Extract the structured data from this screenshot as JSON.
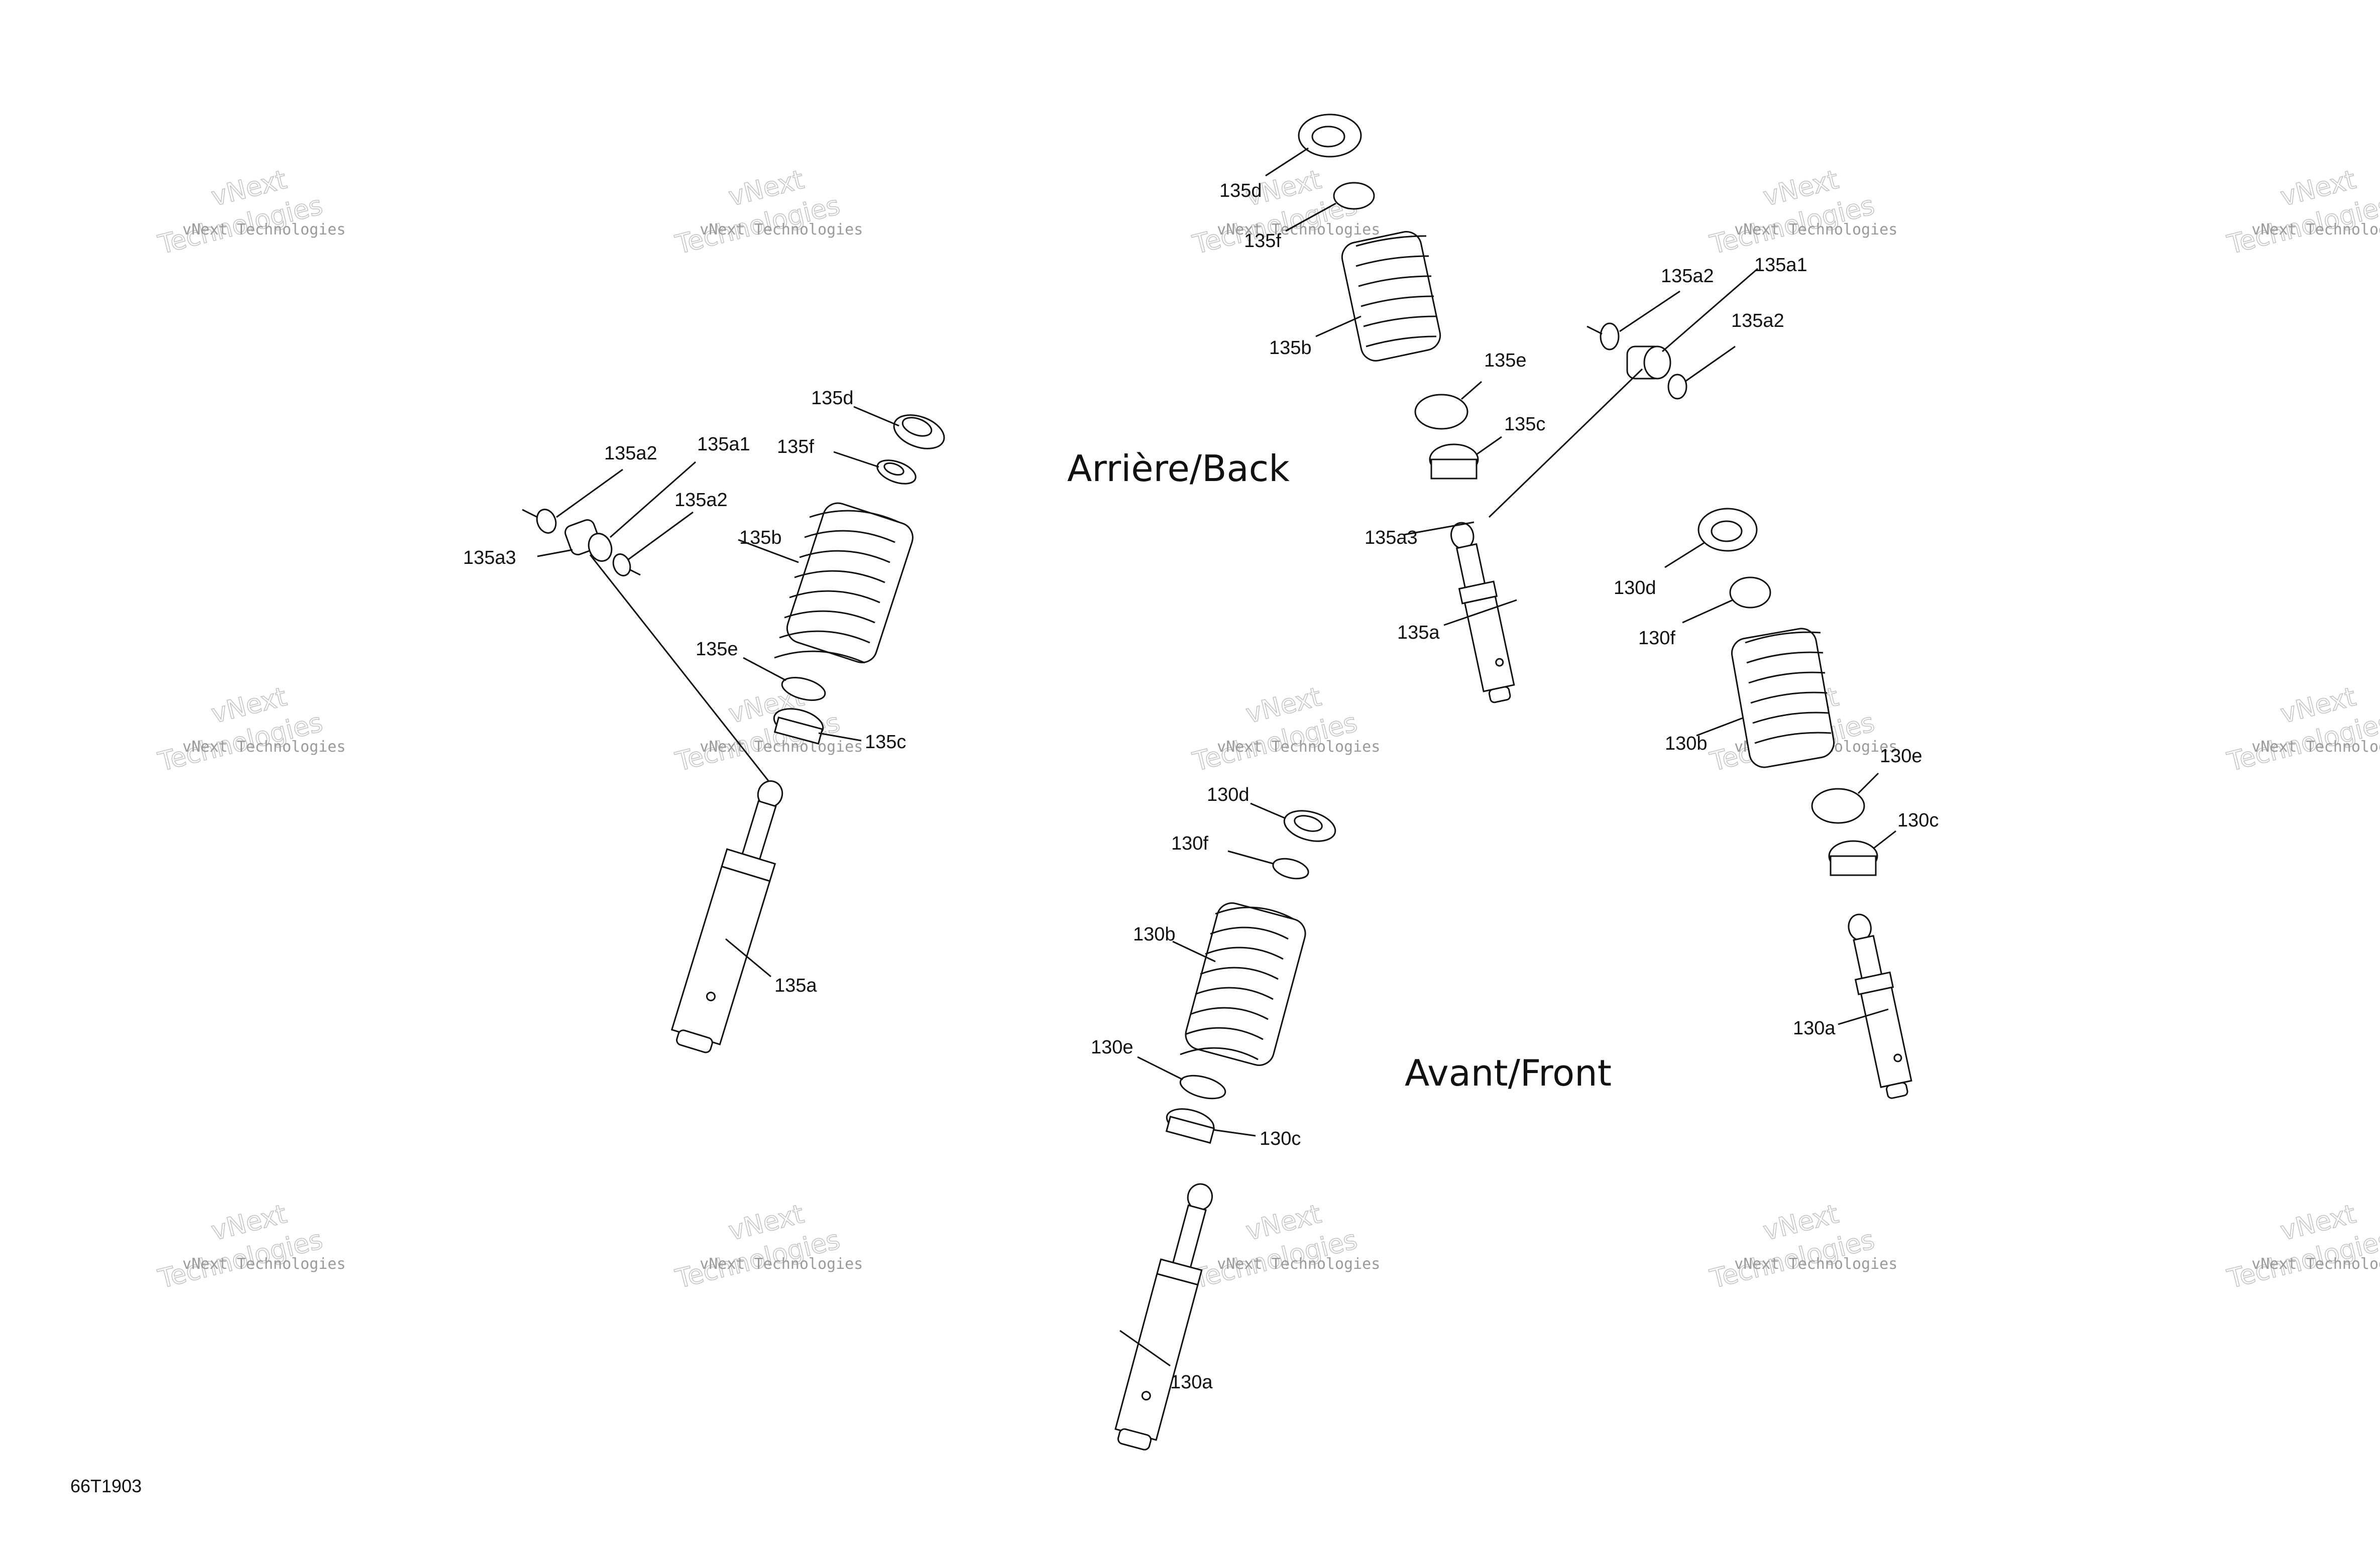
{
  "figure_id": "66T1903",
  "section_titles": {
    "rear": "Arrière/Back",
    "front": "Avant/Front"
  },
  "watermark": {
    "line1": "vNext Technologies",
    "line2": "vNext",
    "line3": "Technologies"
  },
  "callouts": {
    "rear_left": {
      "l135d": "135d",
      "l135f": "135f",
      "l135a2_top": "135a2",
      "l135a1": "135a1",
      "l135a2_bottom": "135a2",
      "l135a3": "135a3",
      "l135b": "135b",
      "l135e": "135e",
      "l135c": "135c",
      "l135a": "135a"
    },
    "rear_right": {
      "l135d": "135d",
      "l135f": "135f",
      "l135b": "135b",
      "l135a2_top": "135a2",
      "l135a1": "135a1",
      "l135a2_bottom": "135a2",
      "l135e": "135e",
      "l135c": "135c",
      "l135a3": "135a3",
      "l135a": "135a"
    },
    "front_left": {
      "l130d": "130d",
      "l130f": "130f",
      "l130b": "130b",
      "l130e": "130e",
      "l130c": "130c",
      "l130a": "130a"
    },
    "front_right": {
      "l130d": "130d",
      "l130f": "130f",
      "l130b": "130b",
      "l130e": "130e",
      "l130c": "130c",
      "l130a": "130a"
    }
  }
}
